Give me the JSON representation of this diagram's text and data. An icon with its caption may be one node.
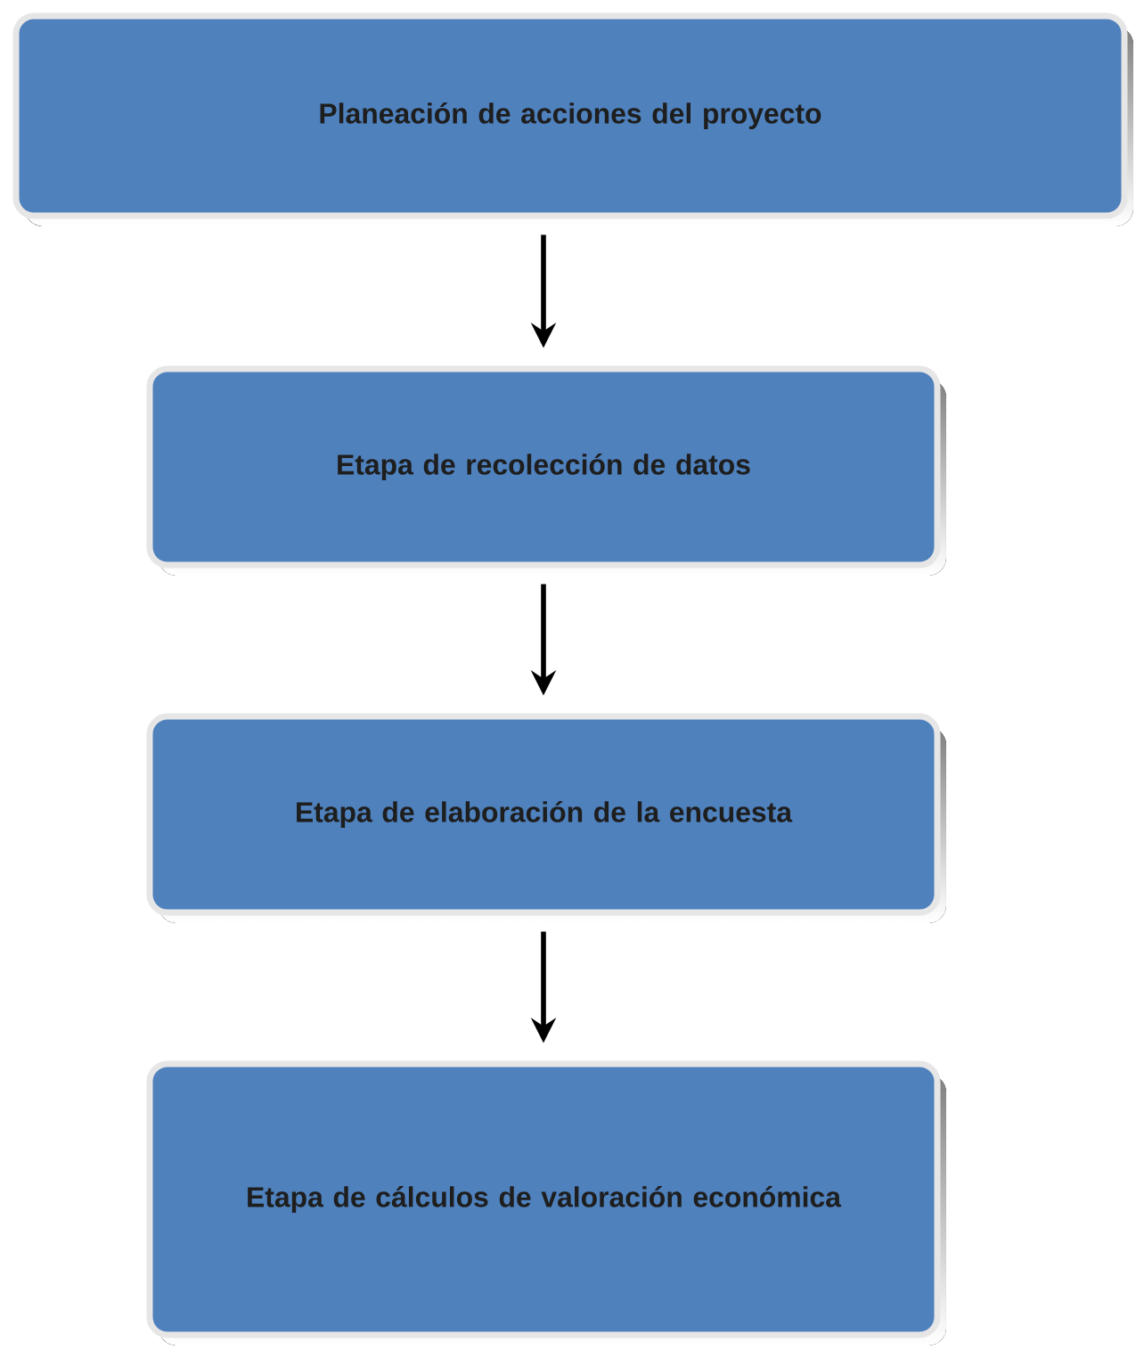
{
  "diagram": {
    "nodes": [
      {
        "text": [
          "Planeación de acciones del proyecto"
        ]
      },
      {
        "text": [
          "Etapa de recolección de datos"
        ]
      },
      {
        "text": [
          "Etapa de elaboración de la encuesta"
        ]
      },
      {
        "text": [
          "Etapa de cálculos de valoración económica"
        ]
      }
    ],
    "edges": [
      {
        "from": 0,
        "to": 1,
        "arrow": "to"
      },
      {
        "from": 1,
        "to": 2,
        "arrow": "to"
      },
      {
        "from": 2,
        "to": 3,
        "arrow": "to"
      }
    ]
  }
}
